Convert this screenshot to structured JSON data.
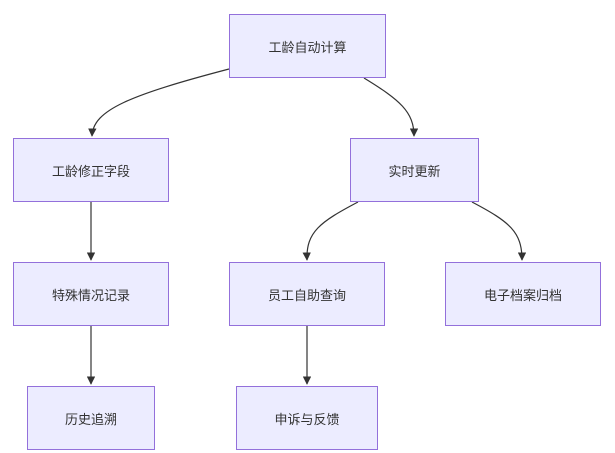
{
  "diagram": {
    "type": "flowchart-tree",
    "colors": {
      "node_fill": "#ececff",
      "node_border": "#9370db",
      "edge": "#333333",
      "text": "#333333"
    },
    "nodes": [
      {
        "id": "root",
        "label": "工龄自动计算"
      },
      {
        "id": "fix",
        "label": "工龄修正字段"
      },
      {
        "id": "realtime",
        "label": "实时更新"
      },
      {
        "id": "special",
        "label": "特殊情况记录"
      },
      {
        "id": "selfquery",
        "label": "员工自助查询"
      },
      {
        "id": "archive",
        "label": "电子档案归档"
      },
      {
        "id": "trace",
        "label": "历史追溯"
      },
      {
        "id": "appeal",
        "label": "申诉与反馈"
      }
    ],
    "edges": [
      {
        "from": "root",
        "to": "fix"
      },
      {
        "from": "root",
        "to": "realtime"
      },
      {
        "from": "fix",
        "to": "special"
      },
      {
        "from": "special",
        "to": "trace"
      },
      {
        "from": "realtime",
        "to": "selfquery"
      },
      {
        "from": "realtime",
        "to": "archive"
      },
      {
        "from": "selfquery",
        "to": "appeal"
      }
    ]
  }
}
